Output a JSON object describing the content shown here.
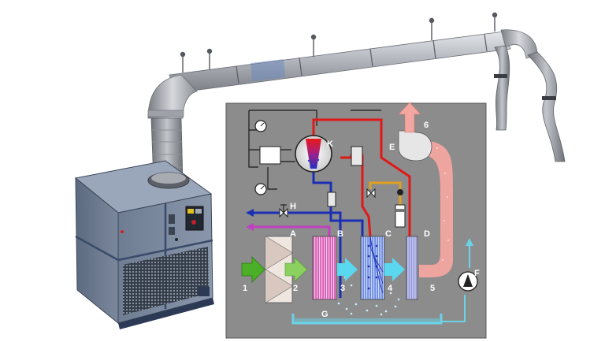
{
  "labels": {
    "A": "A",
    "B": "B",
    "C": "C",
    "D": "D",
    "E": "E",
    "F": "F",
    "G": "G",
    "H": "H",
    "K": "K",
    "n1": "1",
    "n2": "2",
    "n3": "3",
    "n4": "4",
    "n5": "5",
    "n6": "6"
  },
  "colors": {
    "panel_bg": "#8c8c8c",
    "hot_line": "#e01818",
    "cold_line": "#1a2fb4",
    "process_air_in": "#c040c0",
    "warm_line": "#e0a020",
    "water": "#6ad4e8",
    "green_arrow": "#4caf28",
    "cyan_arrow": "#5ad8f0",
    "regen_air": "#f4a7a0"
  },
  "icons": {
    "gauge_top": "pressure-gauge-icon",
    "gauge_bottom": "pressure-gauge-icon",
    "valve": "valve-icon",
    "pump": "pump-icon",
    "compressor": "compressor-icon"
  }
}
